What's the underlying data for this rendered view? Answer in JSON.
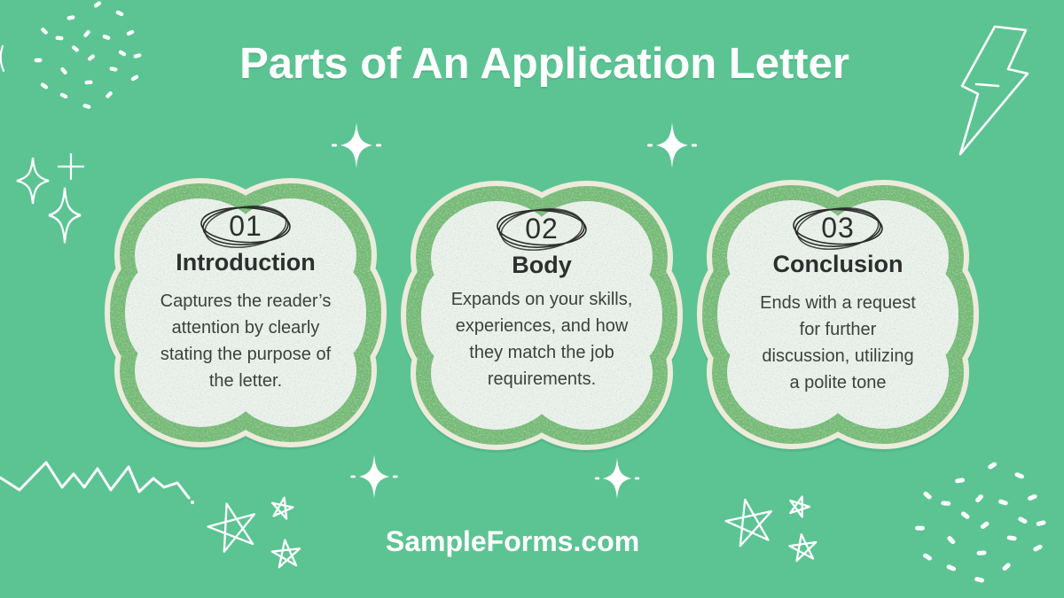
{
  "page": {
    "title": "Parts of An Application Letter",
    "footer": "SampleForms.com",
    "background_color": "#5CC493",
    "card_border_color": "#72B873",
    "card_fill_color": "#EBF1EA",
    "card_edge_color": "#EDEBDC",
    "text_color": "#2D2F2E",
    "accent_text_color": "#FFFFFF"
  },
  "cards": [
    {
      "number": "01",
      "title": "Introduction",
      "description_lines": [
        "Captures the reader’s",
        "attention by clearly",
        "stating the purpose of",
        "the letter."
      ]
    },
    {
      "number": "02",
      "title": "Body",
      "description_lines": [
        "Expands on your skills,",
        "experiences, and how",
        "they match the job",
        "requirements."
      ]
    },
    {
      "number": "03",
      "title": "Conclusion",
      "description_lines": [
        "Ends with a request",
        "for further",
        "discussion, utilizing",
        "a polite tone"
      ]
    }
  ],
  "decorations": [
    "dots-cluster-top-left",
    "sparkle-outline-group-left",
    "lightning-bolt-icon",
    "sparkle-icon-top-left",
    "sparkle-icon-top-right",
    "zigzag-line",
    "stars-group-bottom-center",
    "sparkle-icon-bottom-left",
    "sparkle-icon-bottom-right",
    "stars-group-bottom-right",
    "dots-cluster-bottom-right"
  ]
}
